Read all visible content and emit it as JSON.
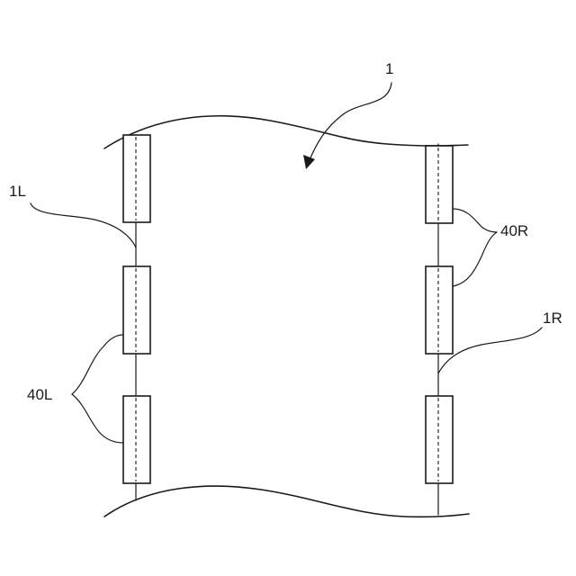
{
  "labels": {
    "main": "1",
    "left_line": "1L",
    "right_line": "1R",
    "left_blocks": "40L",
    "right_blocks": "40R"
  }
}
